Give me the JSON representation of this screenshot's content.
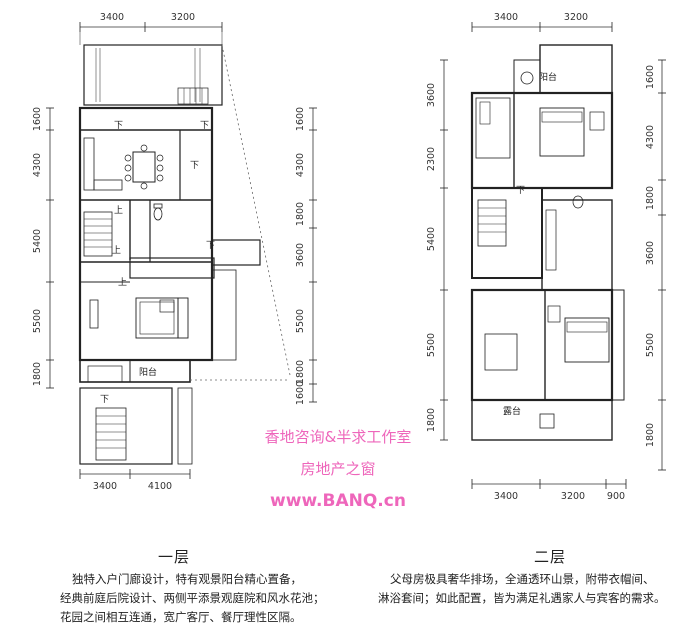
{
  "dimensions": {
    "top1": [
      "3400",
      "3200"
    ],
    "top2": [
      "3400",
      "3200"
    ],
    "bottom1": [
      "3400",
      "4100"
    ],
    "bottom2": [
      "3400",
      "3200",
      "900"
    ],
    "left1": [
      "1600",
      "4300",
      "5400",
      "5500",
      "1800"
    ],
    "right1": [
      "1600",
      "4300",
      "1800",
      "3600",
      "5500",
      "1800",
      "1600"
    ],
    "left2": [
      "3600",
      "2300",
      "5400",
      "5500",
      "1800"
    ],
    "right2": [
      "1600",
      "4300",
      "1800",
      "3600",
      "5500",
      "1800"
    ]
  },
  "rooms": {
    "balcony_1f": "阳台",
    "balcony_2f": "阳台",
    "terrace_2f": "露台",
    "down": "下",
    "up": "上"
  },
  "watermark": {
    "line1": "香地咨询&半求工作室",
    "line2": "房地产之窗",
    "url": "www.BANQ.cn"
  },
  "floor1": {
    "title": "一层",
    "desc": [
      "独特入户门廊设计，特有观景阳台精心置备，",
      "经典前庭后院设计、两侧平添景观庭院和风水花池；",
      "花园之间相互连通，宽广客厅、餐厅理性区隔。"
    ]
  },
  "floor2": {
    "title": "二层",
    "desc": [
      "父母房极具奢华排场，全通透环山景，附带衣帽间、",
      "淋浴套间；如此配置，皆为满足礼遇家人与宾客的需求。"
    ]
  },
  "colors": {
    "wall": "#222222",
    "watermark": "#ee66bb",
    "dim": "#333333"
  }
}
